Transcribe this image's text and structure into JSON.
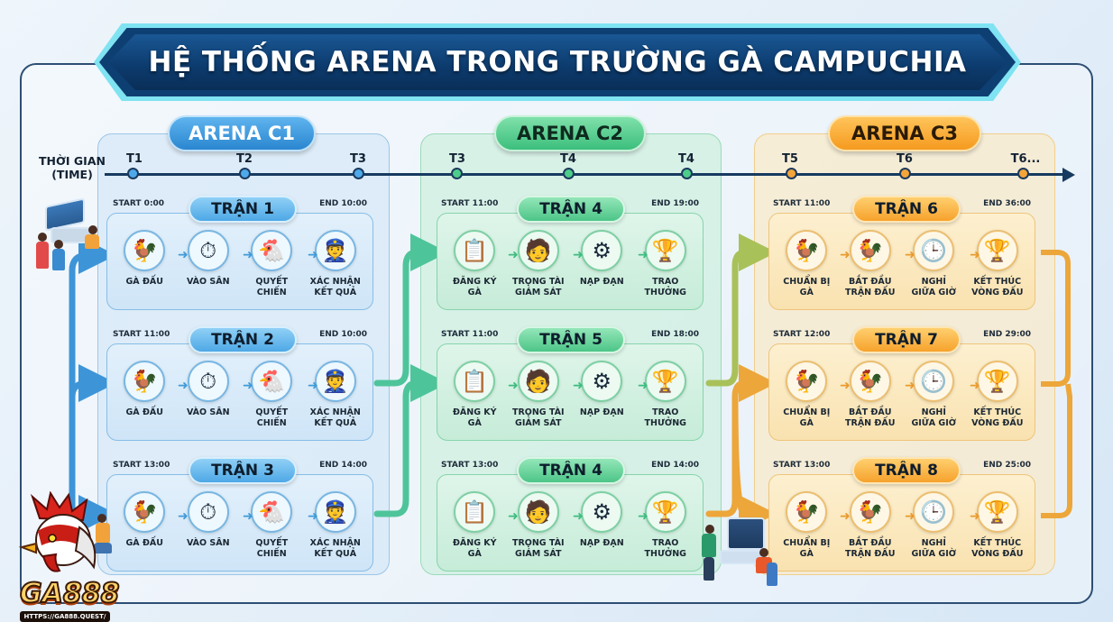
{
  "title": "HỆ THỐNG ARENA TRONG TRƯỜNG GÀ CAMPUCHIA",
  "timeline": {
    "label_line1": "THỜI GIAN",
    "label_line2": "(TIME)",
    "ticks": [
      {
        "label": "T1",
        "arena": "c1"
      },
      {
        "label": "T2",
        "arena": "c1"
      },
      {
        "label": "T3",
        "arena": "c1"
      },
      {
        "label": "T3",
        "arena": "c2"
      },
      {
        "label": "T4",
        "arena": "c2"
      },
      {
        "label": "T4",
        "arena": "c2"
      },
      {
        "label": "T5",
        "arena": "c3"
      },
      {
        "label": "T6",
        "arena": "c3"
      },
      {
        "label": "T6...",
        "arena": "c3"
      }
    ]
  },
  "arenas": [
    {
      "id": "c1",
      "name": "ARENA C1",
      "color": "#2a86d0",
      "matches": [
        {
          "name": "TRẬN 1",
          "start": "START 0:00",
          "end": "END 10:00",
          "steps": [
            {
              "icon": "rooster-pair-icon",
              "glyph": "🐓",
              "label": "GÀ ĐẤU"
            },
            {
              "icon": "stopwatch-icon",
              "glyph": "⏱",
              "label": "VÀO SÂN"
            },
            {
              "icon": "fighting-roosters-icon",
              "glyph": "🐔",
              "label": "QUYẾT CHIẾN"
            },
            {
              "icon": "referee-check-icon",
              "glyph": "👮",
              "label": "XÁC NHẬN\nKẾT QUẢ"
            }
          ]
        },
        {
          "name": "TRẬN 2",
          "start": "START 11:00",
          "end": "END 10:00",
          "steps": [
            {
              "icon": "rooster-pair-icon",
              "glyph": "🐓",
              "label": "GÀ ĐẤU"
            },
            {
              "icon": "stopwatch-icon",
              "glyph": "⏱",
              "label": "VÀO SÂN"
            },
            {
              "icon": "fighting-roosters-icon",
              "glyph": "🐔",
              "label": "QUYẾT CHIẾN"
            },
            {
              "icon": "referee-check-icon",
              "glyph": "👮",
              "label": "XÁC NHẬN\nKẾT QUẢ"
            }
          ]
        },
        {
          "name": "TRẬN 3",
          "start": "START 13:00",
          "end": "END 14:00",
          "steps": [
            {
              "icon": "rooster-pair-icon",
              "glyph": "🐓",
              "label": "GÀ ĐẤU"
            },
            {
              "icon": "stopwatch-icon",
              "glyph": "⏱",
              "label": "VÀO SÂN"
            },
            {
              "icon": "fighting-roosters-icon",
              "glyph": "🐔",
              "label": "QUYẾT CHIẾN"
            },
            {
              "icon": "referee-check-icon",
              "glyph": "👮",
              "label": "XÁC NHẬN\nKẾT QUẢ"
            }
          ]
        }
      ]
    },
    {
      "id": "c2",
      "name": "ARENA C2",
      "color": "#3cbf7c",
      "matches": [
        {
          "name": "TRẬN 4",
          "start": "START 11:00",
          "end": "END 19:00",
          "steps": [
            {
              "icon": "clipboard-register-icon",
              "glyph": "📋",
              "label": "ĐĂNG KÝ\nGÀ"
            },
            {
              "icon": "referee-icon",
              "glyph": "🧑",
              "label": "TRỌNG TÀI\nGIÁM SÁT"
            },
            {
              "icon": "ammo-load-icon",
              "glyph": "⚙",
              "label": "NẠP ĐẠN"
            },
            {
              "icon": "trophy-icon",
              "glyph": "🏆",
              "label": "TRAO\nTHƯỞNG"
            }
          ]
        },
        {
          "name": "TRẬN 5",
          "start": "START 11:00",
          "end": "END 18:00",
          "steps": [
            {
              "icon": "clipboard-register-icon",
              "glyph": "📋",
              "label": "ĐĂNG KÝ\nGÀ"
            },
            {
              "icon": "referee-icon",
              "glyph": "🧑",
              "label": "TRỌNG TÀI\nGIÁM SÁT"
            },
            {
              "icon": "ammo-load-icon",
              "glyph": "⚙",
              "label": "NẠP ĐẠN"
            },
            {
              "icon": "trophy-icon",
              "glyph": "🏆",
              "label": "TRAO\nTHƯỞNG"
            }
          ]
        },
        {
          "name": "TRẬN 4",
          "start": "START 13:00",
          "end": "END 14:00",
          "steps": [
            {
              "icon": "clipboard-register-icon",
              "glyph": "📋",
              "label": "ĐĂNG KÝ\nGÀ"
            },
            {
              "icon": "referee-icon",
              "glyph": "🧑",
              "label": "TRỌNG TÀI\nGIÁM SÁT"
            },
            {
              "icon": "ammo-load-icon",
              "glyph": "⚙",
              "label": "NẠP ĐẠN"
            },
            {
              "icon": "trophy-icon",
              "glyph": "🏆",
              "label": "TRAO\nTHƯỞNG"
            }
          ]
        }
      ]
    },
    {
      "id": "c3",
      "name": "ARENA C3",
      "color": "#f59a1f",
      "matches": [
        {
          "name": "TRẬN 6",
          "start": "START 11:00",
          "end": "END 36:00",
          "steps": [
            {
              "icon": "rooster-pair-icon",
              "glyph": "🐓",
              "label": "CHUẨN BỊ\nGÀ"
            },
            {
              "icon": "rooster-icon",
              "glyph": "🐓",
              "label": "BẮT ĐẦU\nTRẬN ĐẤU"
            },
            {
              "icon": "clock-icon",
              "glyph": "🕒",
              "label": "NGHỈ\nGIỮA GIỜ"
            },
            {
              "icon": "trophy-icon",
              "glyph": "🏆",
              "label": "KẾT THÚC\nVÒNG ĐẤU"
            }
          ]
        },
        {
          "name": "TRẬN 7",
          "start": "START 12:00",
          "end": "END 29:00",
          "steps": [
            {
              "icon": "rooster-pair-icon",
              "glyph": "🐓",
              "label": "CHUẨN BỊ\nGÀ"
            },
            {
              "icon": "rooster-icon",
              "glyph": "🐓",
              "label": "BẮT ĐẦU\nTRẬN ĐẤU"
            },
            {
              "icon": "clock-icon",
              "glyph": "🕒",
              "label": "NGHỈ\nGIỮA GIỜ"
            },
            {
              "icon": "trophy-icon",
              "glyph": "🏆",
              "label": "KẾT THÚC\nVÒNG ĐẤU"
            }
          ]
        },
        {
          "name": "TRẬN 8",
          "start": "START 13:00",
          "end": "END 25:00",
          "steps": [
            {
              "icon": "rooster-pair-icon",
              "glyph": "🐓",
              "label": "CHUẨN BỊ\nGÀ"
            },
            {
              "icon": "rooster-icon",
              "glyph": "🐓",
              "label": "BẮT ĐẦU\nTRẬN ĐẤU"
            },
            {
              "icon": "clock-icon",
              "glyph": "🕒",
              "label": "NGHỈ\nGIỮA GIỜ"
            },
            {
              "icon": "trophy-icon",
              "glyph": "🏆",
              "label": "KẾT THÚC\nVÒNG ĐẤU"
            }
          ]
        }
      ]
    }
  ],
  "logo": {
    "brand": "GA888",
    "url": "HTTPS://GA888.QUEST/"
  }
}
